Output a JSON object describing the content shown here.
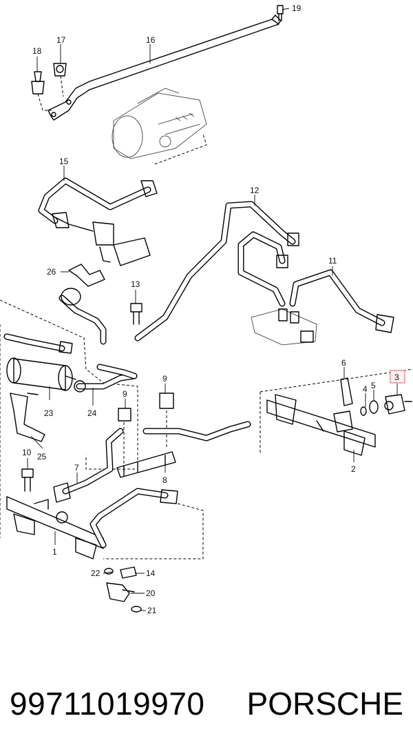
{
  "diagram": {
    "callouts": {
      "c1": "1",
      "c2": "2",
      "c3": "3",
      "c4": "4",
      "c5": "5",
      "c6": "6",
      "c7": "7",
      "c8": "8",
      "c9a": "9",
      "c9b": "9",
      "c10": "10",
      "c11": "11",
      "c12": "12",
      "c13": "13",
      "c14": "14",
      "c15": "15",
      "c16": "16",
      "c17": "17",
      "c18": "18",
      "c19": "19",
      "c20": "20",
      "c21": "21",
      "c22": "22",
      "c23": "23",
      "c24": "24",
      "c25": "25",
      "c26": "26"
    },
    "highlighted_callout": "3",
    "highlight_color": "#e07a8a"
  },
  "footer": {
    "part_number": "99711019970",
    "brand": "PORSCHE"
  }
}
